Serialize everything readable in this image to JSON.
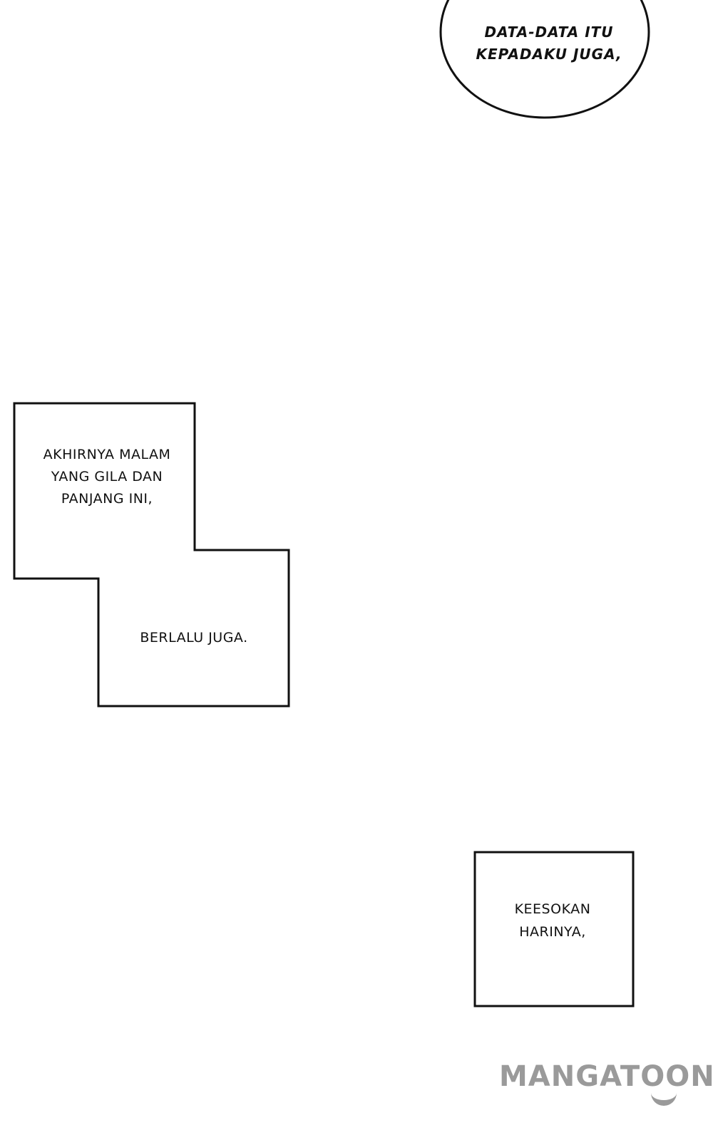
{
  "speech_bubble": {
    "lines": [
      "DATA-DATA ITU",
      "KEPADAKU JUGA,"
    ]
  },
  "caption_box_1": {
    "lines": [
      "AKHIRNYA MALAM",
      "YANG GILA DAN",
      "PANJANG INI,"
    ],
    "continuation": "BERLALU JUGA."
  },
  "caption_box_2": {
    "lines": [
      "KEESOKAN",
      "HARINYA,"
    ]
  },
  "watermark": {
    "text": "MANGATOON",
    "color": "#9a9a9a"
  }
}
